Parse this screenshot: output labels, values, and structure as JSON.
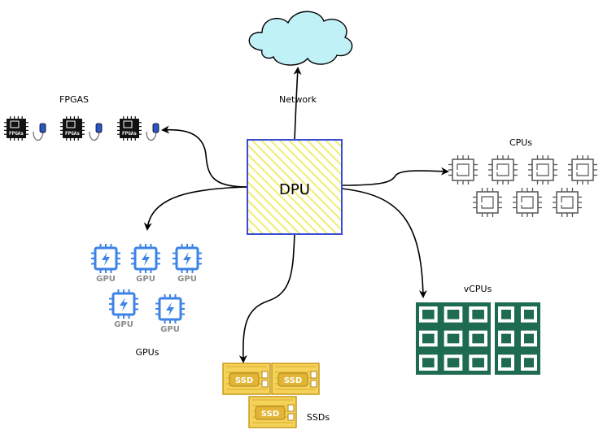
{
  "diagram": {
    "center": {
      "label": "DPU"
    },
    "network": {
      "label": "Network"
    },
    "fpgas": {
      "label": "FPGAS",
      "chip_text": "FPGAs"
    },
    "cpus": {
      "label": "CPUs"
    },
    "gpus": {
      "label": "GPUs",
      "chip_text": "GPU"
    },
    "vcpus": {
      "label": "vCPUs"
    },
    "ssds": {
      "label": "SSDs",
      "chip_text": "SSD"
    }
  },
  "colors": {
    "dpu_fill": "#fbf79a",
    "dpu_border": "#3a4bd6",
    "cloud_fill": "#bff1f7",
    "gpu_blue": "#3d83e6",
    "vcpu_green": "#1e6b52",
    "ssd_gold": "#e2b535",
    "cpu_gray": "#555555"
  }
}
